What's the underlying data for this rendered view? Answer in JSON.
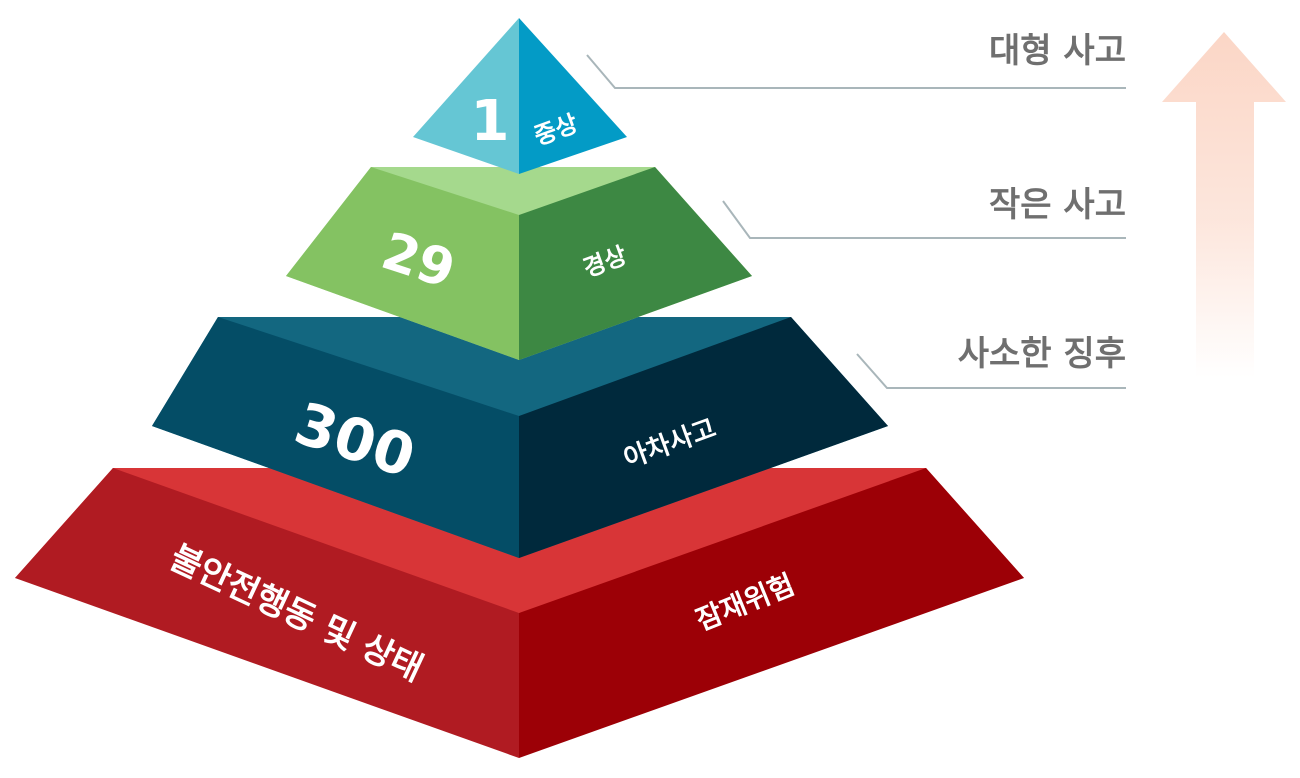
{
  "diagram": {
    "type": "pyramid",
    "title": "Heinrich's law",
    "tiers": [
      {
        "rank": 1,
        "number": "1",
        "left_label": "",
        "right_label": "중상",
        "level_label": "대형 사고",
        "colors": {
          "left": "#65c6d4",
          "right": "#039bc6",
          "top": "#65c6d4"
        }
      },
      {
        "rank": 2,
        "number": "29",
        "left_label": "",
        "right_label": "경상",
        "level_label": "작은 사고",
        "colors": {
          "left": "#84c262",
          "right": "#3d8843",
          "top": "#a5d98d"
        }
      },
      {
        "rank": 3,
        "number": "300",
        "left_label": "",
        "right_label": "아차사고",
        "level_label": "사소한 징후",
        "colors": {
          "left": "#044d66",
          "right": "#00293c",
          "top": "#136780"
        }
      },
      {
        "rank": 4,
        "number": "",
        "left_label": "불안전행동 및 상태",
        "right_label": "잠재위험",
        "level_label": "",
        "colors": {
          "left": "#b01b22",
          "right": "#9c0006",
          "top": "#d83537"
        }
      }
    ],
    "arrow": {
      "direction": "up",
      "color": "#fbd6c6",
      "icon": "arrow-up-icon"
    },
    "leader_line_color": "#a9b6ba",
    "side_label_color": "#6f6f6f"
  }
}
